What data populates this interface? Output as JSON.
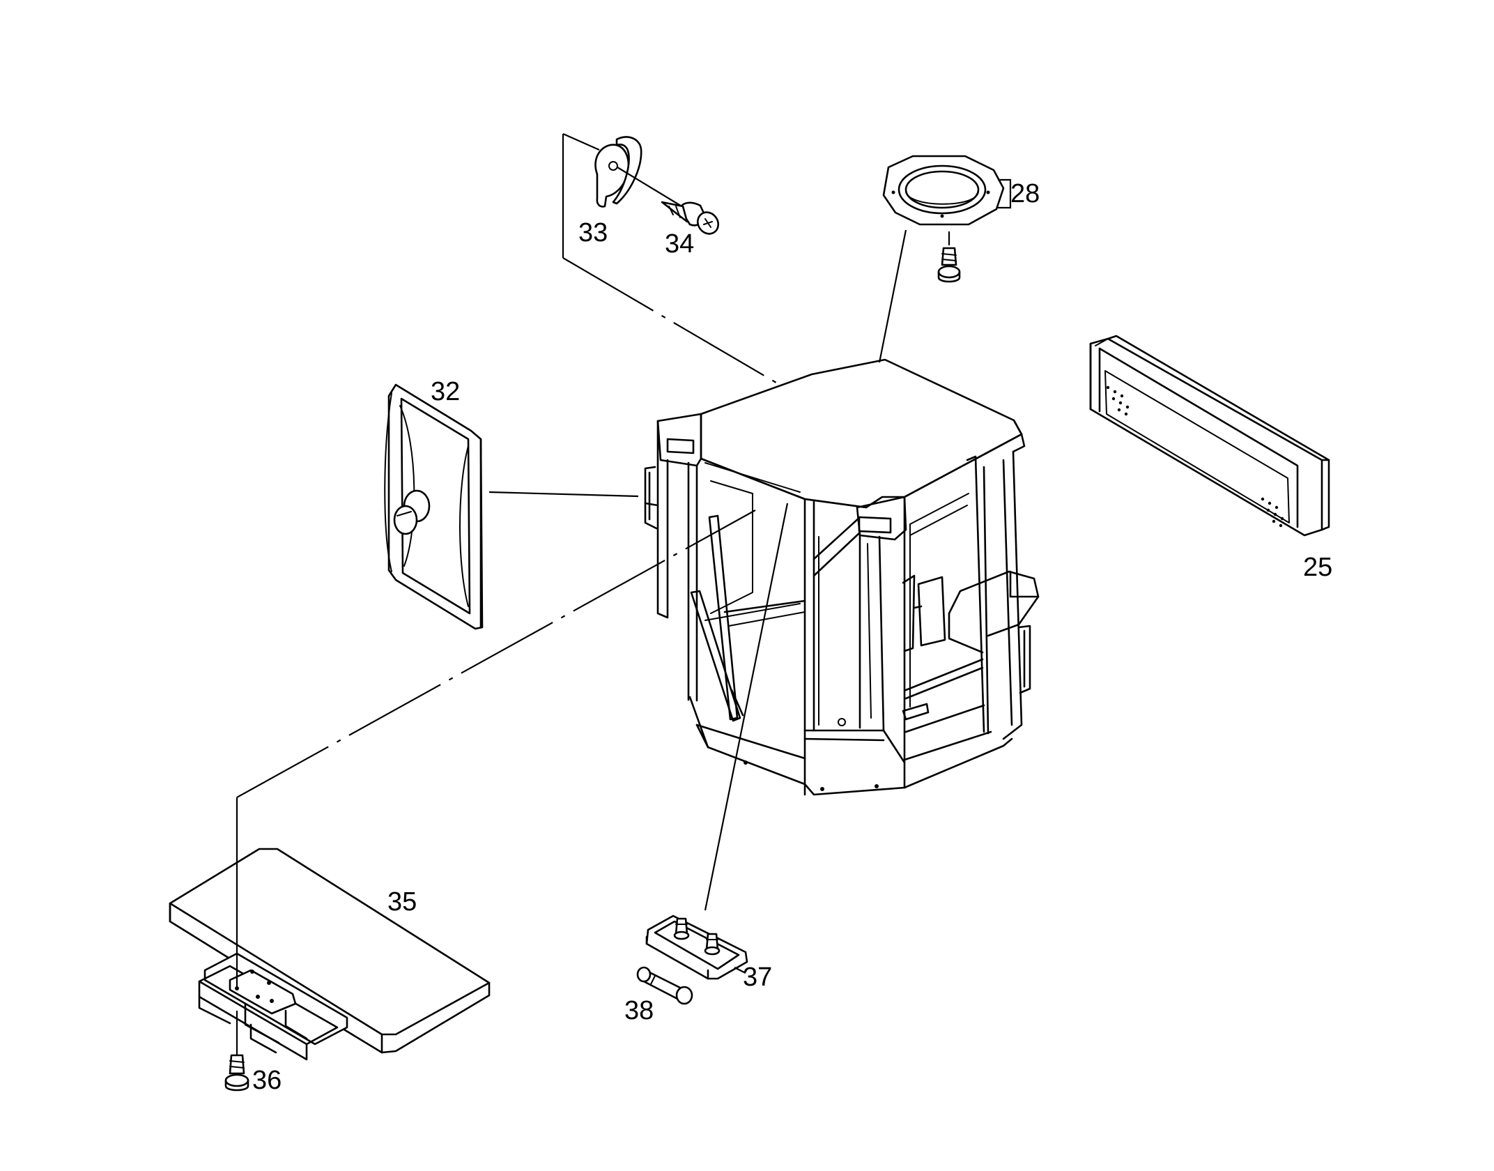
{
  "diagram": {
    "callouts": {
      "p25": "25",
      "p28": "28",
      "p32": "32",
      "p33": "33",
      "p34": "34",
      "p35": "35",
      "p36": "36",
      "p37": "37",
      "p38": "38"
    },
    "colors": {
      "line": "#000000",
      "background": "#ffffff"
    }
  }
}
